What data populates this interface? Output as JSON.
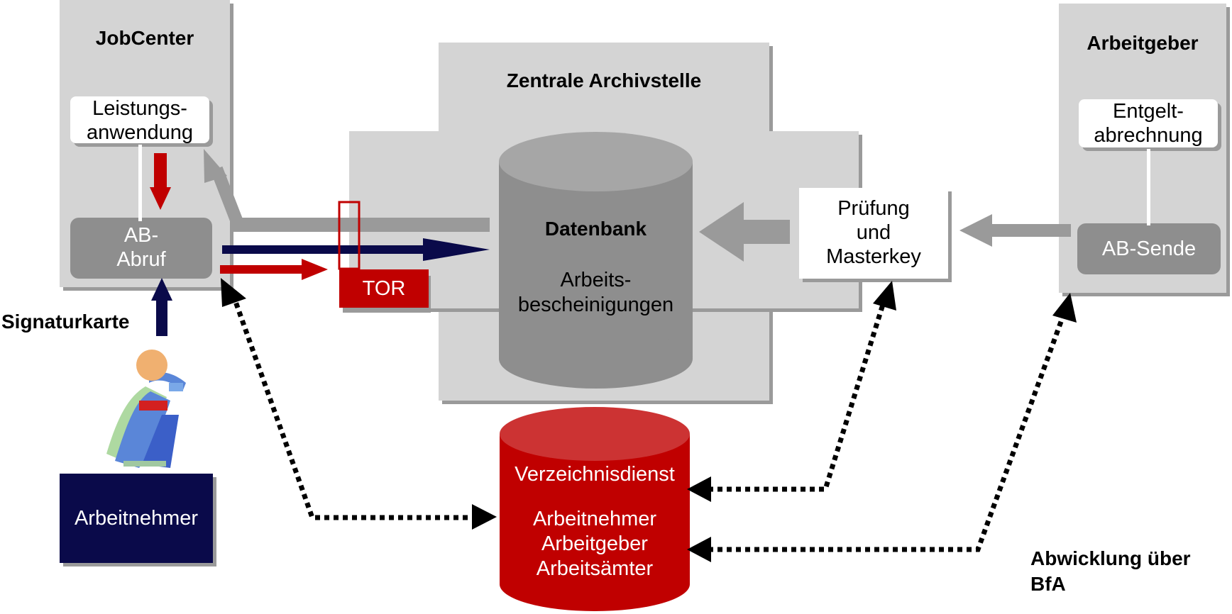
{
  "jobcenter": {
    "title": "JobCenter",
    "leistung_line1": "Leistungs-",
    "leistung_line2": "anwendung",
    "abruf_line1": "AB-",
    "abruf_line2": "Abruf"
  },
  "archiv": {
    "title": "Zentrale Archivstelle",
    "db_title": "Datenbank",
    "db_line1": "Arbeits-",
    "db_line2": "bescheinigungen",
    "tor": "TOR"
  },
  "pruefung": {
    "line1": "Prüfung",
    "line2": "und",
    "line3": "Masterkey"
  },
  "arbeitgeber": {
    "title": "Arbeitgeber",
    "entgelt_line1": "Entgelt-",
    "entgelt_line2": "abrechnung",
    "sende": "AB-Sende"
  },
  "signaturkarte": "Signaturkarte",
  "arbeitnehmer_box": "Arbeitnehmer",
  "verzeichnis": {
    "title": "Verzeichnisdienst",
    "line1": "Arbeitnehmer",
    "line2": "Arbeitgeber",
    "line3": "Arbeitsämter"
  },
  "footer": {
    "line1": "Abwicklung über",
    "line2": "BfA"
  },
  "colors": {
    "panel": "#d4d4d4",
    "shadow": "#9a9a9a",
    "red": "#c00000",
    "navy": "#0a0a4a",
    "grey_arrow": "#9a9a9a"
  }
}
